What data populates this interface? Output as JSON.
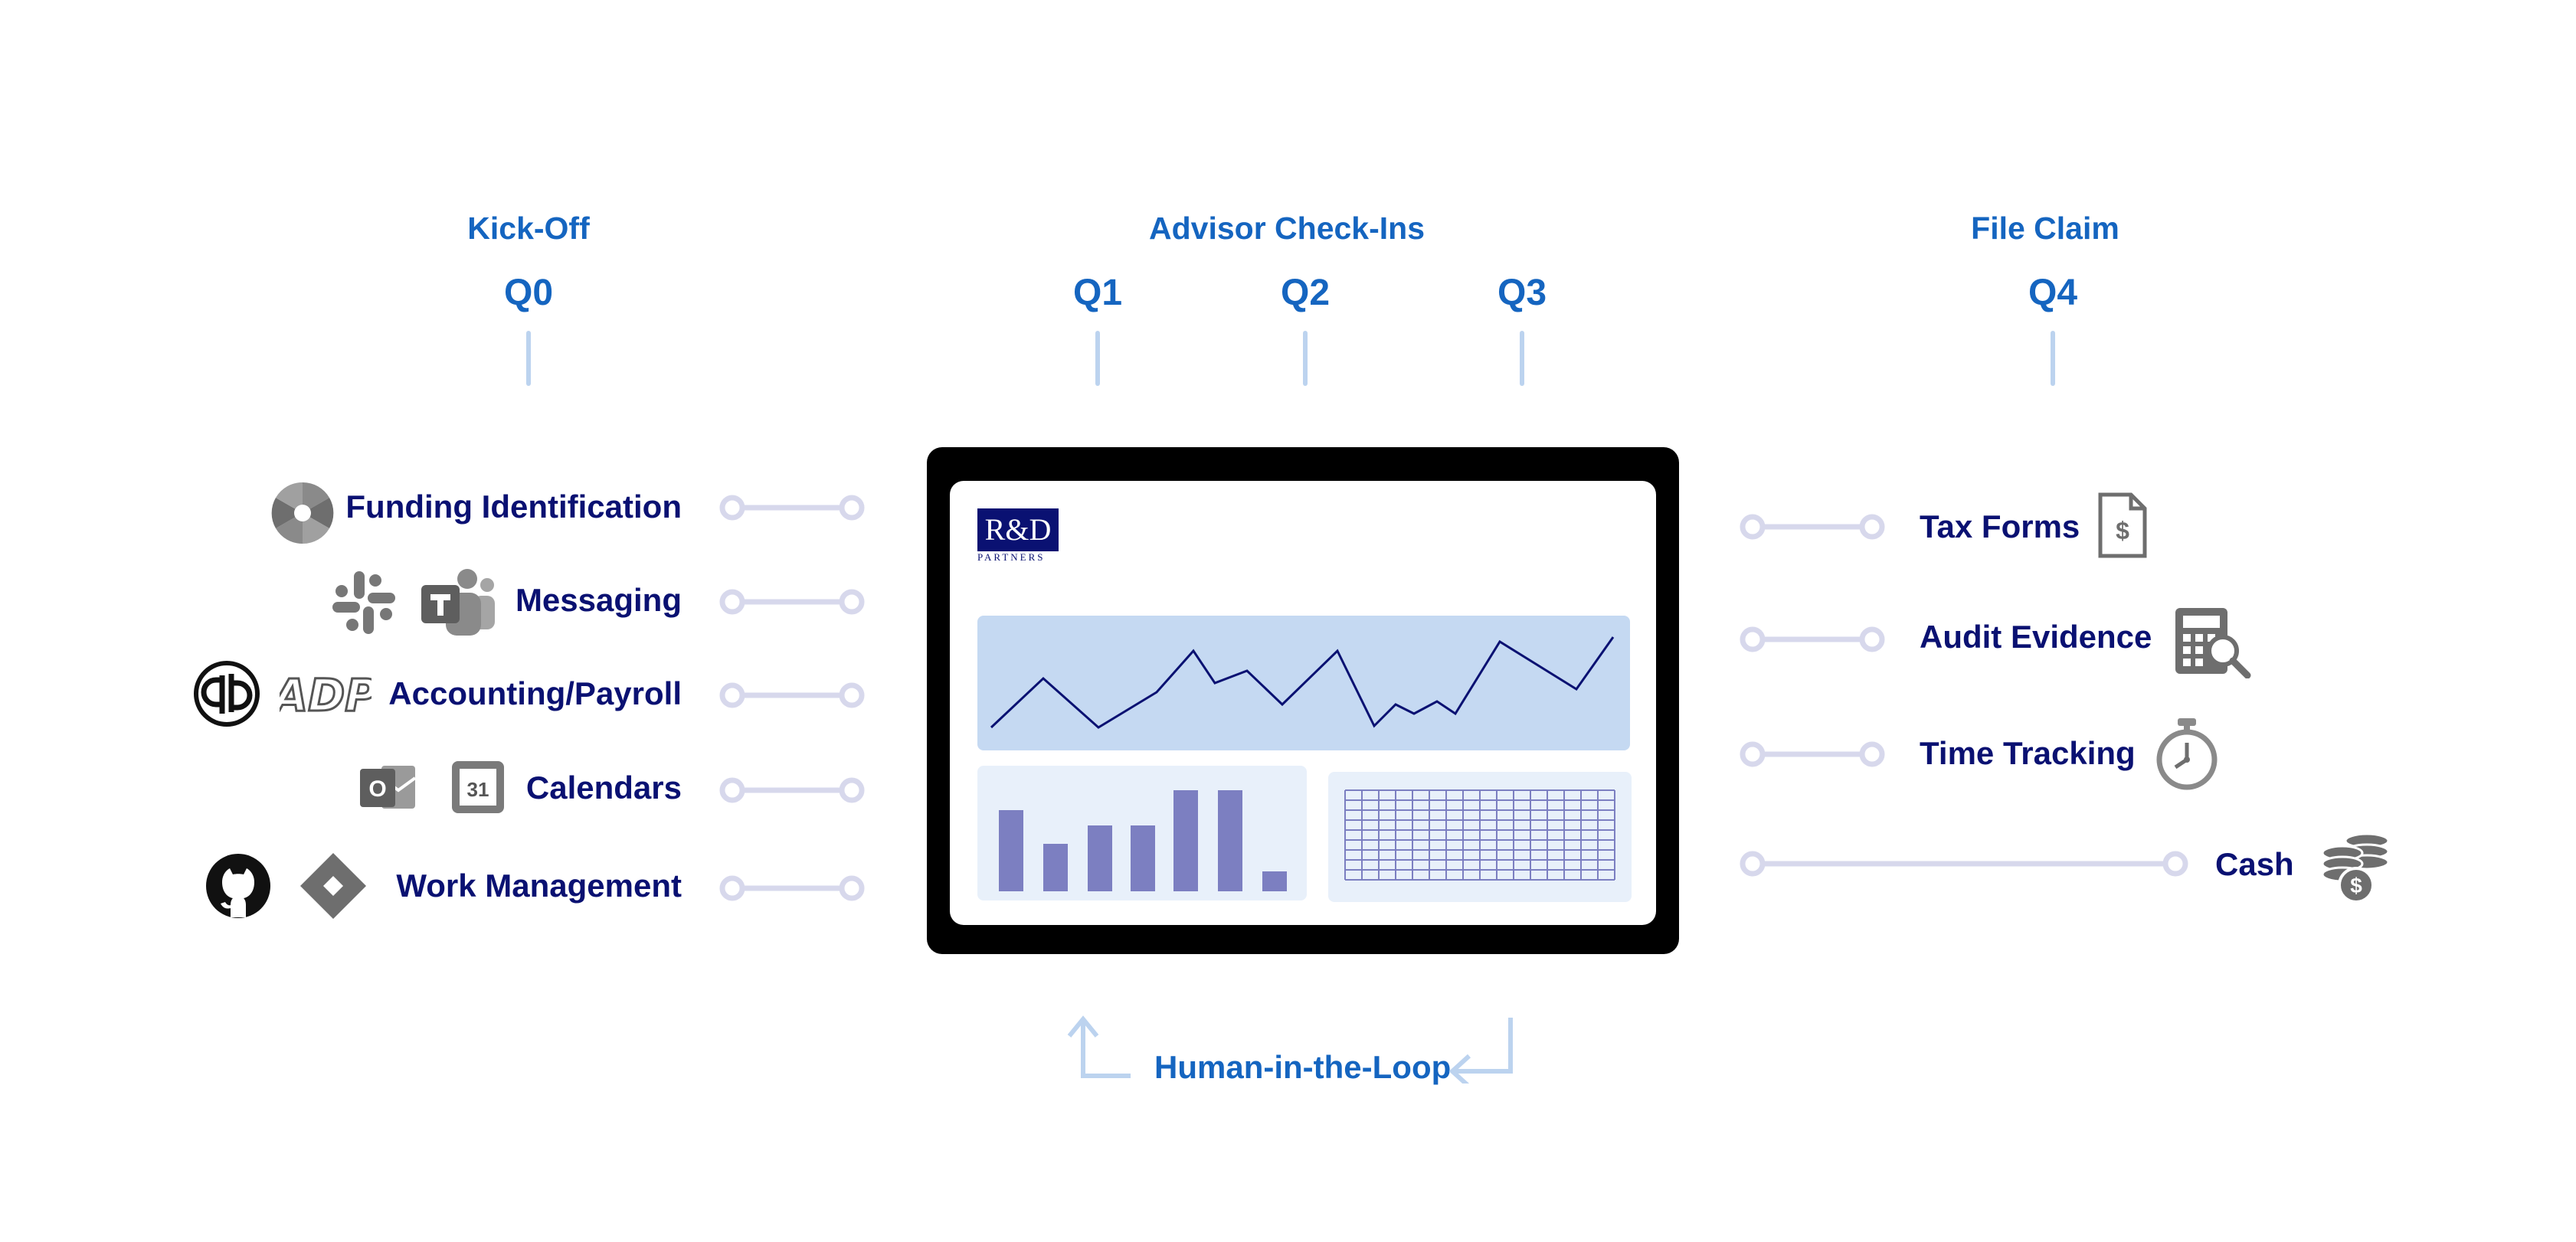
{
  "timeline": {
    "phases": [
      {
        "key": "kickoff",
        "label": "Kick-Off"
      },
      {
        "key": "checkins",
        "label": "Advisor Check-Ins"
      },
      {
        "key": "file",
        "label": "File Claim"
      }
    ],
    "quarters": [
      "Q0",
      "Q1",
      "Q2",
      "Q3",
      "Q4"
    ]
  },
  "inputs": [
    {
      "label": "Funding Identification",
      "icons": [
        "shutter-icon"
      ]
    },
    {
      "label": "Messaging",
      "icons": [
        "slack-icon",
        "teams-icon"
      ]
    },
    {
      "label": "Accounting/Payroll",
      "icons": [
        "quickbooks-icon",
        "adp-icon"
      ]
    },
    {
      "label": "Calendars",
      "icons": [
        "outlook-icon",
        "google-calendar-icon"
      ]
    },
    {
      "label": "Work Management",
      "icons": [
        "github-icon",
        "jira-icon"
      ]
    }
  ],
  "outputs": [
    {
      "label": "Tax Forms",
      "icon": "tax-form-icon"
    },
    {
      "label": "Audit Evidence",
      "icon": "calculator-search-icon"
    },
    {
      "label": "Time Tracking",
      "icon": "stopwatch-icon"
    },
    {
      "label": "Cash",
      "icon": "coins-icon"
    }
  ],
  "screen": {
    "logo_main": "R&D",
    "logo_sub": "PARTNERS"
  },
  "adp_text": "ADP",
  "outlook_letter": "O",
  "calendar_number": "31",
  "tax_symbol": "$",
  "coin_symbol": "$",
  "loop_label": "Human-in-the-Loop",
  "colors": {
    "phase_text": "#1565c0",
    "label_text": "#0a1172",
    "tick": "#bcd3ef",
    "connector": "#d7d8ec",
    "panel": "#c5d9f2",
    "bar": "#7c7fc1",
    "line": "#0a1172",
    "icon_gray": "#6e6e6e"
  }
}
